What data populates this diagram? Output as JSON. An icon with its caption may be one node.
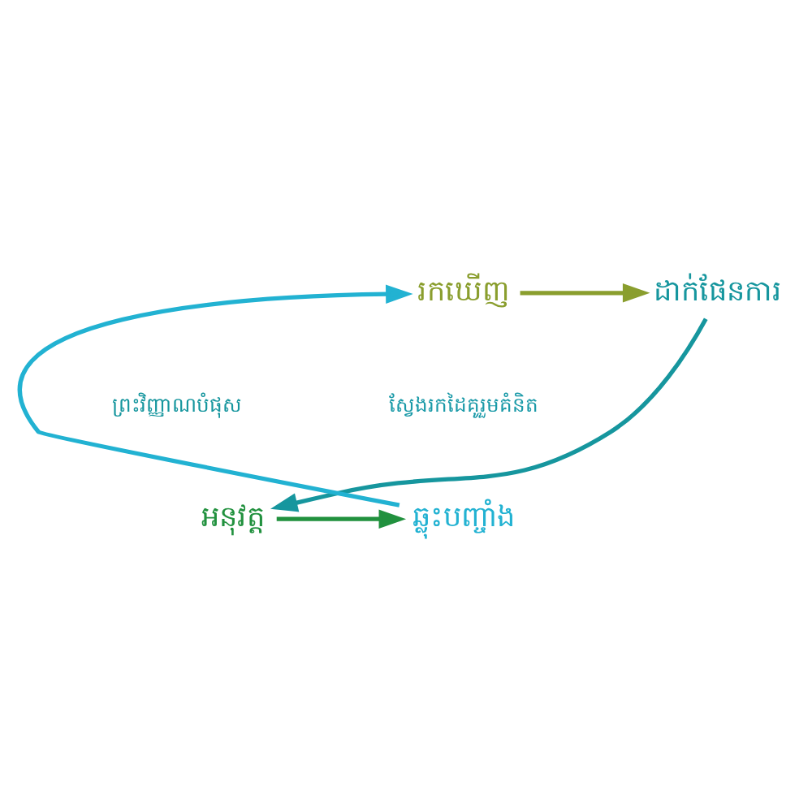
{
  "diagram": {
    "nodes": [
      {
        "text": [
          "រកឃើញ"
        ]
      },
      {
        "text": [
          "ដាក់ផែនការ"
        ]
      },
      {
        "text": [
          "អនុវត្ត"
        ]
      },
      {
        "text": [
          "ឆ្លុះបញ្ចាំង"
        ]
      }
    ],
    "edges": [
      {
        "from": 0,
        "to": 1,
        "arrow": "to",
        "color": "#8a9e2e"
      },
      {
        "from": 1,
        "to": 2,
        "arrow": "to",
        "color": "#16969e"
      },
      {
        "from": 2,
        "to": 3,
        "arrow": "to",
        "color": "#21913e"
      },
      {
        "from": 3,
        "to": 0,
        "arrow": "to",
        "color": "#22b2d2"
      }
    ],
    "labels": [
      "ស្វែងរកដៃគូរួមគំនិត",
      "ព្រះវិញ្ញាណបំផុស"
    ]
  }
}
